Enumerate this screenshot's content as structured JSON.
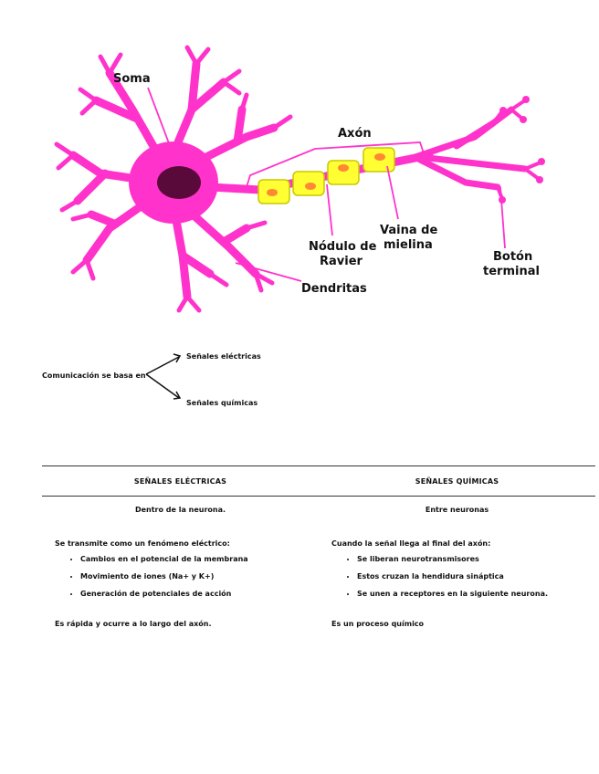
{
  "diagram": {
    "labels": {
      "soma": "Soma",
      "axon": "Axón",
      "node_line1": "Nódulo de",
      "node_line2": "Ravier",
      "sheath_line1": "Vaina de",
      "sheath_line2": "mielina",
      "terminal_line1": "Botón",
      "terminal_line2": "terminal",
      "dendrites": "Dendritas"
    },
    "colors": {
      "neuron": "#ff33cc",
      "nucleus": "#5a0a3a",
      "myelin": "#ffff33",
      "myelin_spot": "#ff8833"
    }
  },
  "communication": {
    "base": "Comunicación se basa en",
    "branch_electric": "Señales eléctricas",
    "branch_chemical": "Señales químicas"
  },
  "comparison": {
    "headers": [
      "SEÑALES ELÉCTRICAS",
      "SEÑALES QUÍMICAS"
    ],
    "electric": {
      "where": "Dentro de la neurona.",
      "intro": "Se transmite como un fenómeno eléctrico:",
      "items": [
        "Cambios en el potencial de la membrana",
        "Movimiento de iones (Na+ y K+)",
        "Generación de potenciales de acción"
      ],
      "summary": "Es rápida y ocurre a lo largo del axón."
    },
    "chemical": {
      "where": "Entre neuronas",
      "intro": "Cuando la señal llega al final del axón:",
      "items": [
        "Se liberan neurotransmisores",
        "Estos cruzan la hendidura sináptica",
        "Se unen a receptores en la siguiente neurona."
      ],
      "summary": "Es un proceso químico"
    }
  }
}
